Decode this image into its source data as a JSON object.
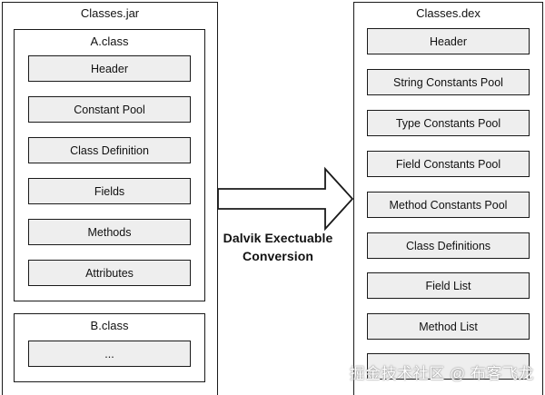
{
  "jar": {
    "title": "Classes.jar",
    "a_class": {
      "title": "A.class",
      "items": [
        "Header",
        "Constant Pool",
        "Class Definition",
        "Fields",
        "Methods",
        "Attributes"
      ]
    },
    "b_class": {
      "title": "B.class",
      "items": [
        "..."
      ]
    }
  },
  "conversion": {
    "line1": "Dalvik Exectuable",
    "line2": "Conversion"
  },
  "dex": {
    "title": "Classes.dex",
    "items": [
      "Header",
      "String Constants Pool",
      "Type Constants Pool",
      "Field Constants Pool",
      "Method Constants Pool",
      "Class Definitions",
      "Field List",
      "Method List",
      ""
    ]
  },
  "watermark": "掘金技术社区 @ 布客飞龙"
}
